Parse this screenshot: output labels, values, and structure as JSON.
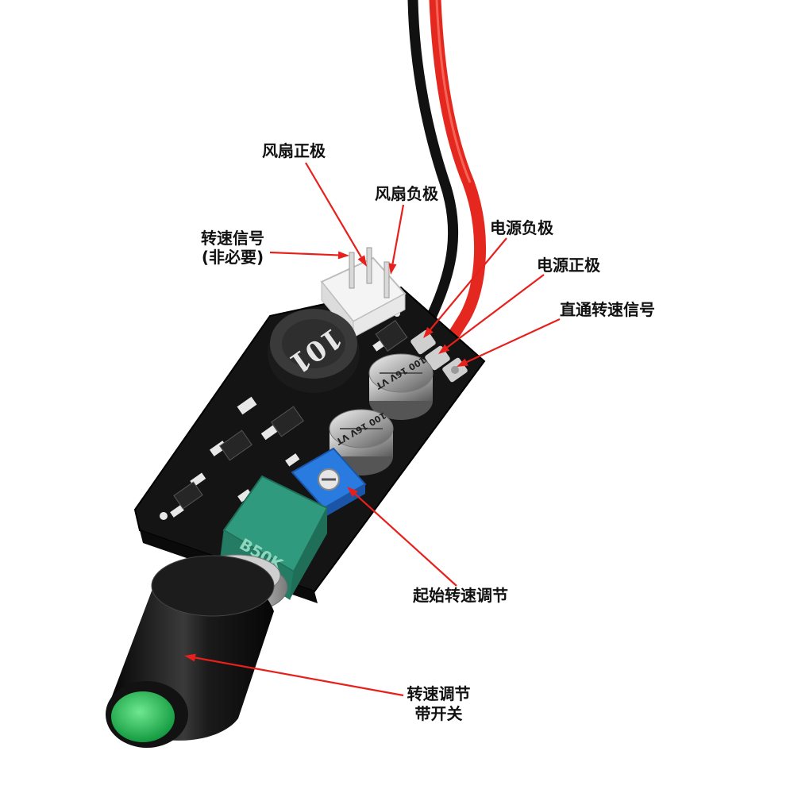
{
  "colors": {
    "pcb": "#141414",
    "arrow": "#e8201c",
    "wire_red": "#e4281f",
    "wire_black": "#111111",
    "potentiometer": "#2a7be0",
    "switch_body": "#2f9a7e",
    "knob_cap": "#22c35a"
  },
  "components": {
    "inductor_marking": "101",
    "capacitor_marking": "100 16V VT",
    "switch_marking": "B50K"
  },
  "labels": {
    "fan_positive": "风扇正极",
    "fan_negative": "风扇负极",
    "speed_signal": "转速信号",
    "speed_signal_note": "(非必要)",
    "power_negative": "电源负极",
    "power_positive": "电源正极",
    "direct_speed_signal": "直通转速信号",
    "start_speed_adjust": "起始转速调节",
    "speed_adjust": "转速调节",
    "speed_adjust_note": "带开关"
  }
}
